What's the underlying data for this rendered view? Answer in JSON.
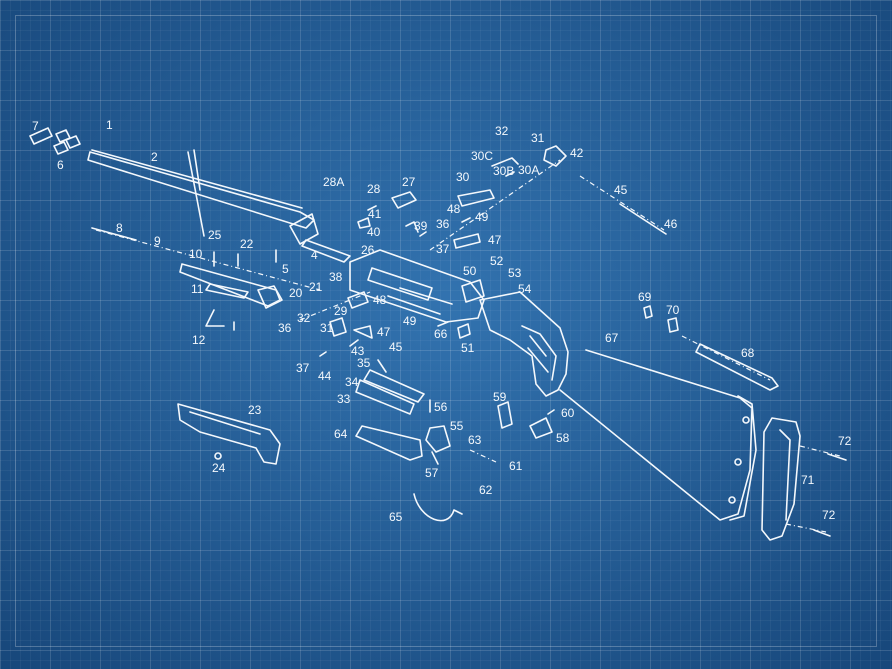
{
  "diagram": {
    "callouts": [
      {
        "text": "1",
        "id": "1"
      },
      {
        "text": "2",
        "id": "2"
      },
      {
        "text": "4",
        "id": "4"
      },
      {
        "text": "5",
        "id": "5"
      },
      {
        "text": "6",
        "id": "6"
      },
      {
        "text": "7",
        "id": "7"
      },
      {
        "text": "8",
        "id": "8"
      },
      {
        "text": "9",
        "id": "9"
      },
      {
        "text": "10",
        "id": "10"
      },
      {
        "text": "11",
        "id": "11"
      },
      {
        "text": "12",
        "id": "12"
      },
      {
        "text": "20",
        "id": "20"
      },
      {
        "text": "21",
        "id": "21"
      },
      {
        "text": "22",
        "id": "22"
      },
      {
        "text": "23",
        "id": "23"
      },
      {
        "text": "24",
        "id": "24"
      },
      {
        "text": "25",
        "id": "25"
      },
      {
        "text": "26",
        "id": "26"
      },
      {
        "text": "27",
        "id": "27"
      },
      {
        "text": "28",
        "id": "28"
      },
      {
        "text": "28A",
        "id": "28a"
      },
      {
        "text": "29",
        "id": "29"
      },
      {
        "text": "30",
        "id": "30"
      },
      {
        "text": "30A",
        "id": "30a"
      },
      {
        "text": "30B",
        "id": "30b"
      },
      {
        "text": "30C",
        "id": "30c"
      },
      {
        "text": "31",
        "id": "31-top"
      },
      {
        "text": "31",
        "id": "31-mid"
      },
      {
        "text": "32",
        "id": "32-top"
      },
      {
        "text": "32",
        "id": "32-mid"
      },
      {
        "text": "33",
        "id": "33"
      },
      {
        "text": "34",
        "id": "34"
      },
      {
        "text": "35",
        "id": "35"
      },
      {
        "text": "36",
        "id": "36-right"
      },
      {
        "text": "36",
        "id": "36-left"
      },
      {
        "text": "37",
        "id": "37-right"
      },
      {
        "text": "37",
        "id": "37-left"
      },
      {
        "text": "38",
        "id": "38"
      },
      {
        "text": "39",
        "id": "39"
      },
      {
        "text": "40",
        "id": "40"
      },
      {
        "text": "41",
        "id": "41"
      },
      {
        "text": "42",
        "id": "42"
      },
      {
        "text": "43",
        "id": "43"
      },
      {
        "text": "44",
        "id": "44"
      },
      {
        "text": "45",
        "id": "45-top"
      },
      {
        "text": "45",
        "id": "45-mid"
      },
      {
        "text": "46",
        "id": "46"
      },
      {
        "text": "47",
        "id": "47-top"
      },
      {
        "text": "47",
        "id": "47-mid"
      },
      {
        "text": "48",
        "id": "48-top"
      },
      {
        "text": "48",
        "id": "48-mid"
      },
      {
        "text": "49",
        "id": "49-top"
      },
      {
        "text": "49",
        "id": "49-mid"
      },
      {
        "text": "50",
        "id": "50"
      },
      {
        "text": "51",
        "id": "51"
      },
      {
        "text": "52",
        "id": "52"
      },
      {
        "text": "53",
        "id": "53"
      },
      {
        "text": "54",
        "id": "54"
      },
      {
        "text": "55",
        "id": "55"
      },
      {
        "text": "56",
        "id": "56"
      },
      {
        "text": "57",
        "id": "57"
      },
      {
        "text": "58",
        "id": "58"
      },
      {
        "text": "59",
        "id": "59"
      },
      {
        "text": "60",
        "id": "60"
      },
      {
        "text": "61",
        "id": "61"
      },
      {
        "text": "62",
        "id": "62"
      },
      {
        "text": "63",
        "id": "63"
      },
      {
        "text": "64",
        "id": "64"
      },
      {
        "text": "65",
        "id": "65"
      },
      {
        "text": "66",
        "id": "66"
      },
      {
        "text": "67",
        "id": "67"
      },
      {
        "text": "68",
        "id": "68"
      },
      {
        "text": "69",
        "id": "69"
      },
      {
        "text": "70",
        "id": "70"
      },
      {
        "text": "71",
        "id": "71"
      },
      {
        "text": "72",
        "id": "72-top"
      },
      {
        "text": "72",
        "id": "72-bottom"
      }
    ]
  }
}
